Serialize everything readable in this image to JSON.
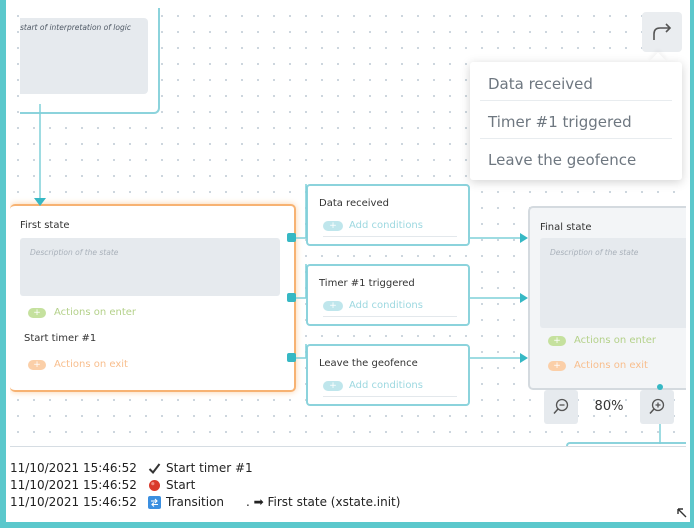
{
  "canvas": {
    "top_node": {
      "description": "start of interpretation of logic"
    },
    "first_state": {
      "title": "First state",
      "description_placeholder": "Description of the state",
      "actions_on_enter": "Actions on enter",
      "enter_item": "Start timer #1",
      "actions_on_exit": "Actions on exit"
    },
    "final_state": {
      "title": "Final state",
      "description_placeholder": "Description of the state",
      "actions_on_enter": "Actions on enter",
      "actions_on_exit": "Actions on exit"
    },
    "transitions": [
      {
        "label": "Data received",
        "add_conditions": "Add conditions"
      },
      {
        "label": "Timer #1 triggered",
        "add_conditions": "Add conditions"
      },
      {
        "label": "Leave the geofence",
        "add_conditions": "Add conditions"
      }
    ],
    "pill_symbol": "+"
  },
  "redo_menu": {
    "icon": "redo-arrow-icon",
    "items": [
      "Data received",
      "Timer #1 triggered",
      "Leave the geofence"
    ]
  },
  "zoom": {
    "level": "80%",
    "zoom_out_icon": "zoom-out-icon",
    "zoom_in_icon": "zoom-in-icon"
  },
  "log": [
    {
      "time": "11/10/2021 15:46:52",
      "icon": "check-mark-icon",
      "message": "Start timer #1",
      "extra": ""
    },
    {
      "time": "11/10/2021 15:46:52",
      "icon": "red-circle-icon",
      "message": "Start",
      "extra": ""
    },
    {
      "time": "11/10/2021 15:46:52",
      "icon": "transition-arrows-icon",
      "message": "Transition",
      "extra": ". ➡ First state (xstate.init)"
    }
  ],
  "colors": {
    "accent": "#5bc8cc",
    "active_state": "#f7b272",
    "port": "#36b8c4"
  }
}
